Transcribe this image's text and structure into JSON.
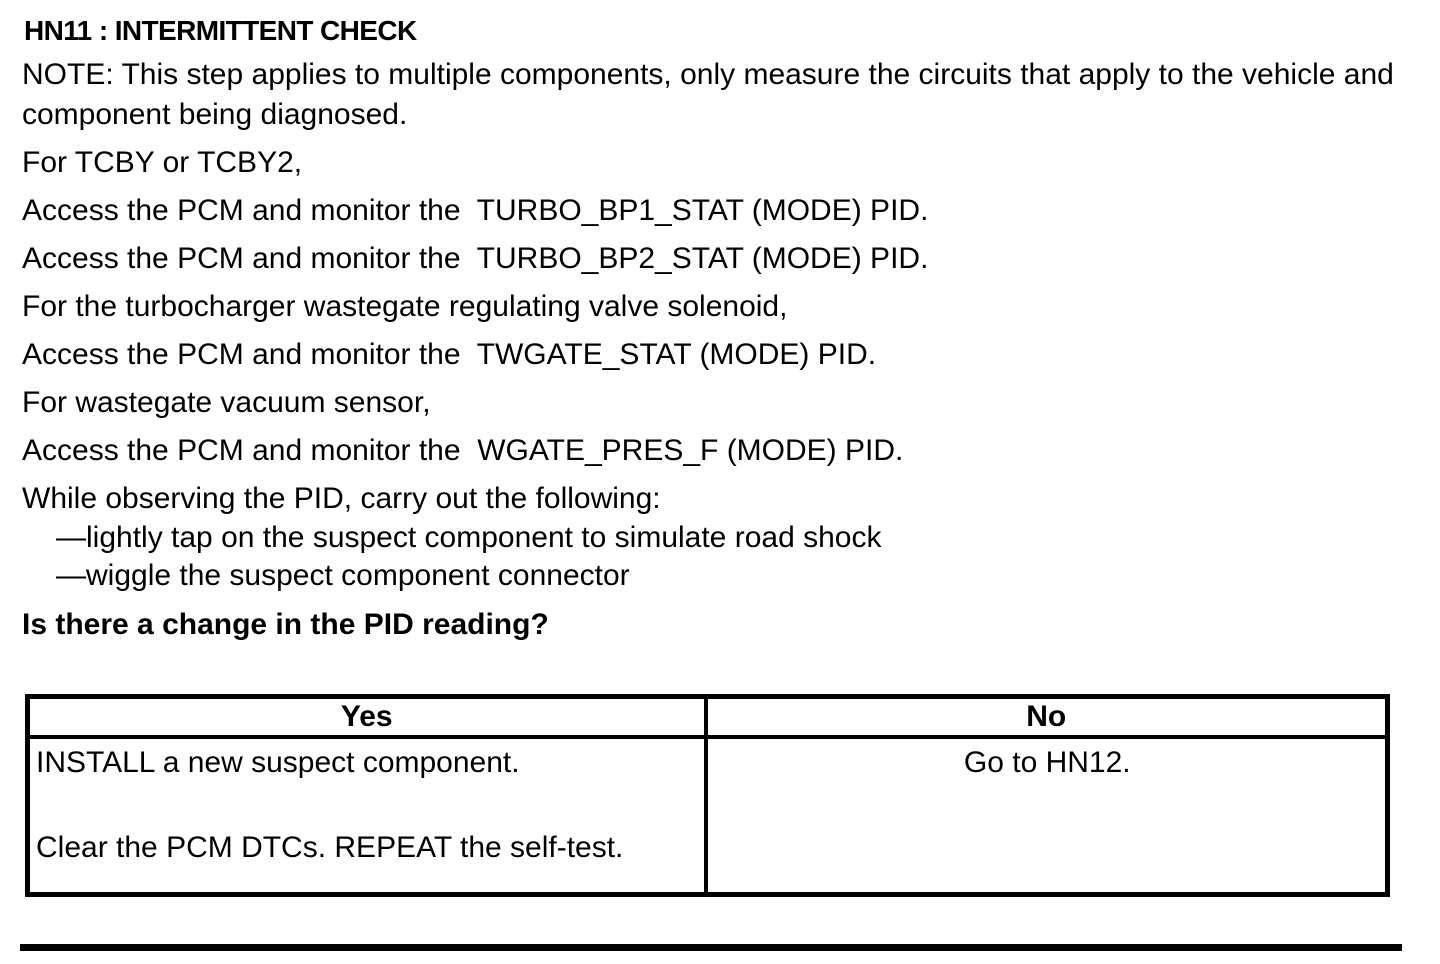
{
  "colors": {
    "text": "#000000",
    "background": "#ffffff",
    "table_border": "#000000"
  },
  "content": {
    "heading": "HN11 : INTERMITTENT CHECK",
    "note": "NOTE: This step applies to multiple components, only measure the circuits that apply to the vehicle and component being diagnosed.",
    "steps": [
      "For TCBY or TCBY2,",
      "Access the PCM and monitor the  TURBO_BP1_STAT (MODE) PID.",
      "Access the PCM and monitor the  TURBO_BP2_STAT (MODE) PID.",
      "For the turbocharger wastegate regulating valve solenoid,",
      "Access the PCM and monitor the  TWGATE_STAT (MODE) PID.",
      "For wastegate vacuum sensor,",
      "Access the PCM and monitor the  WGATE_PRES_F (MODE) PID.",
      "While observing the PID, carry out the following:"
    ],
    "actions": [
      "—lightly tap on the suspect component to simulate road shock",
      "—wiggle the suspect component connector"
    ],
    "question": "Is there a change in the PID reading?"
  },
  "result_table": {
    "headers": [
      "Yes",
      "No"
    ],
    "yes": {
      "line1": "INSTALL a new suspect component.",
      "line2": "Clear the PCM DTCs. REPEAT the self-test."
    },
    "no": "Go to HN12."
  }
}
